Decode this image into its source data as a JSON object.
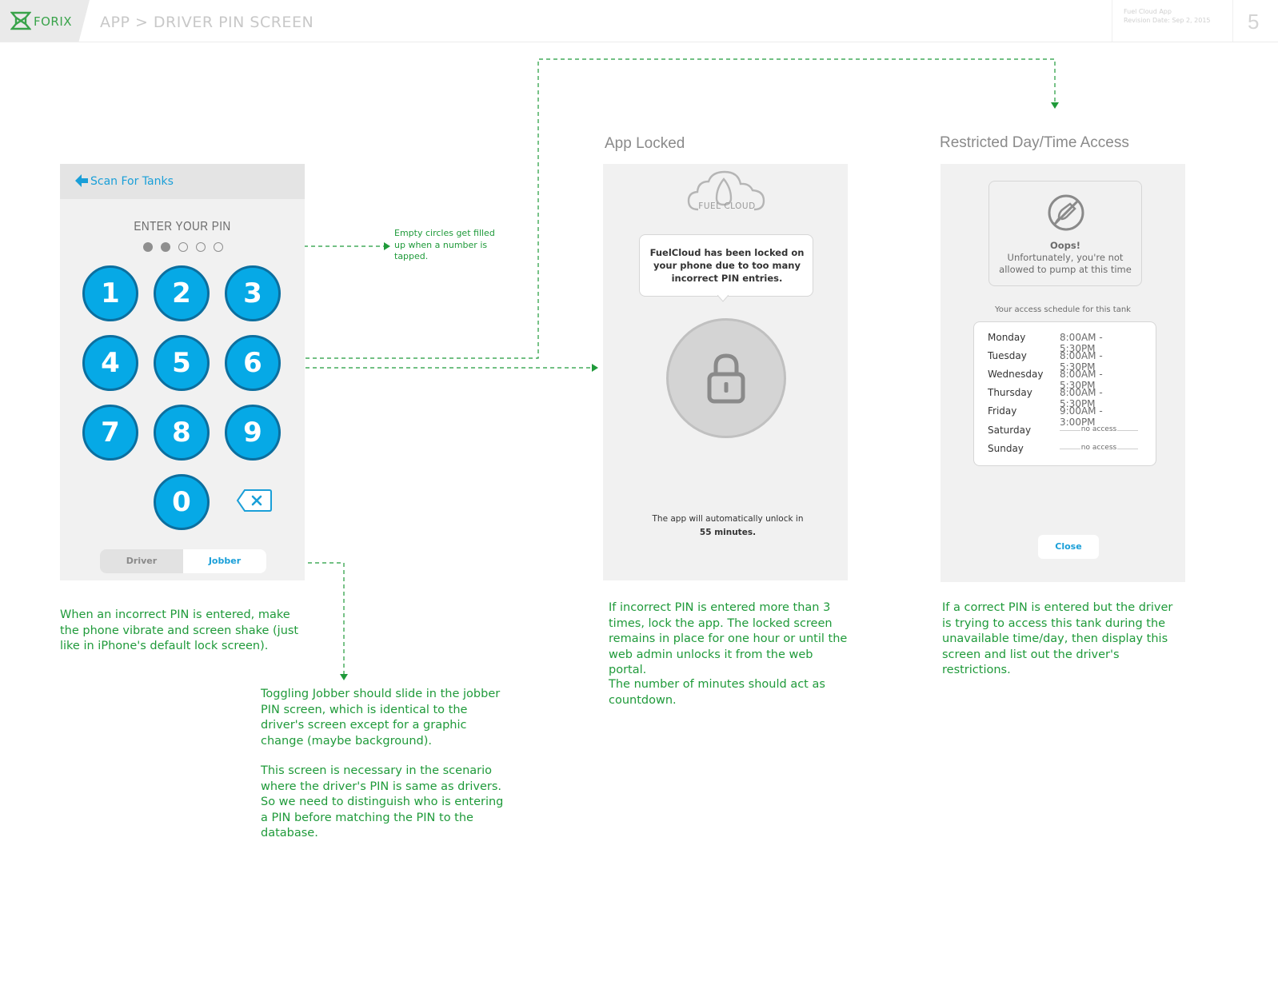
{
  "header": {
    "logo_text": "FORIX",
    "breadcrumb": "APP > DRIVER PIN SCREEN",
    "revision_app": "Fuel Cloud App",
    "revision_date": "Revision Date: Sep 2, 2015",
    "page_number": "5"
  },
  "pin_screen": {
    "back_label": "Scan For Tanks",
    "prompt": "ENTER YOUR PIN",
    "pin_filled": 2,
    "pin_length": 5,
    "keys": [
      "1",
      "2",
      "3",
      "4",
      "5",
      "6",
      "7",
      "8",
      "9",
      "0"
    ],
    "toggle": {
      "driver": "Driver",
      "jobber": "Jobber",
      "selected": "Jobber"
    }
  },
  "locked_screen": {
    "title": "App Locked",
    "logo_text": "FUEL CLOUD",
    "message": "FuelCloud has been locked on your phone due to too many incorrect PIN entries.",
    "unlock_line": "The app will automatically unlock in",
    "unlock_time": "55 minutes."
  },
  "restricted_screen": {
    "title": "Restricted Day/Time Access",
    "oops_title": "Oops!",
    "oops_message": "Unfortunately, you're not allowed to pump at this time",
    "schedule_caption": "Your access schedule for this tank",
    "schedule": [
      {
        "day": "Monday",
        "time": "8:00AM - 5:30PM"
      },
      {
        "day": "Tuesday",
        "time": "8:00AM - 5:30PM"
      },
      {
        "day": "Wednesday",
        "time": "8:00AM - 5:30PM"
      },
      {
        "day": "Thursday",
        "time": "8:00AM - 5:30PM"
      },
      {
        "day": "Friday",
        "time": "9:00AM - 3:00PM"
      },
      {
        "day": "Saturday",
        "time": "no access"
      },
      {
        "day": "Sunday",
        "time": "no access"
      }
    ],
    "close_label": "Close"
  },
  "annotations": {
    "empty_circles": "Empty circles get filled up when a number is tapped.",
    "incorrect_pin": "When an incorrect PIN is entered, make the phone vibrate and screen shake (just like in iPhone's default lock screen).",
    "jobber_toggle_1": "Toggling Jobber should slide in the jobber PIN screen, which is identical to the driver's screen except for a graphic change (maybe background).",
    "jobber_toggle_2": "This screen is necessary in the scenario where the driver's PIN is same as drivers. So we need to distinguish who is entering a PIN before matching the PIN to the database.",
    "lock_rule_1": "If incorrect PIN is entered more than 3 times, lock the app. The locked screen remains in place for one hour or until the web admin unlocks it from the web portal.",
    "lock_rule_2": "The number of minutes should act as countdown.",
    "restrict_rule": "If a correct PIN is entered but the driver is trying to access this tank during the unavailable time/day, then display this screen and list out the driver's restrictions."
  },
  "colors": {
    "accent_blue": "#06a9e6",
    "key_border": "#0c6f9f",
    "annotation_green": "#1f9a3a",
    "brand_green": "#39a34a",
    "screen_bg": "#f1f1f1"
  }
}
